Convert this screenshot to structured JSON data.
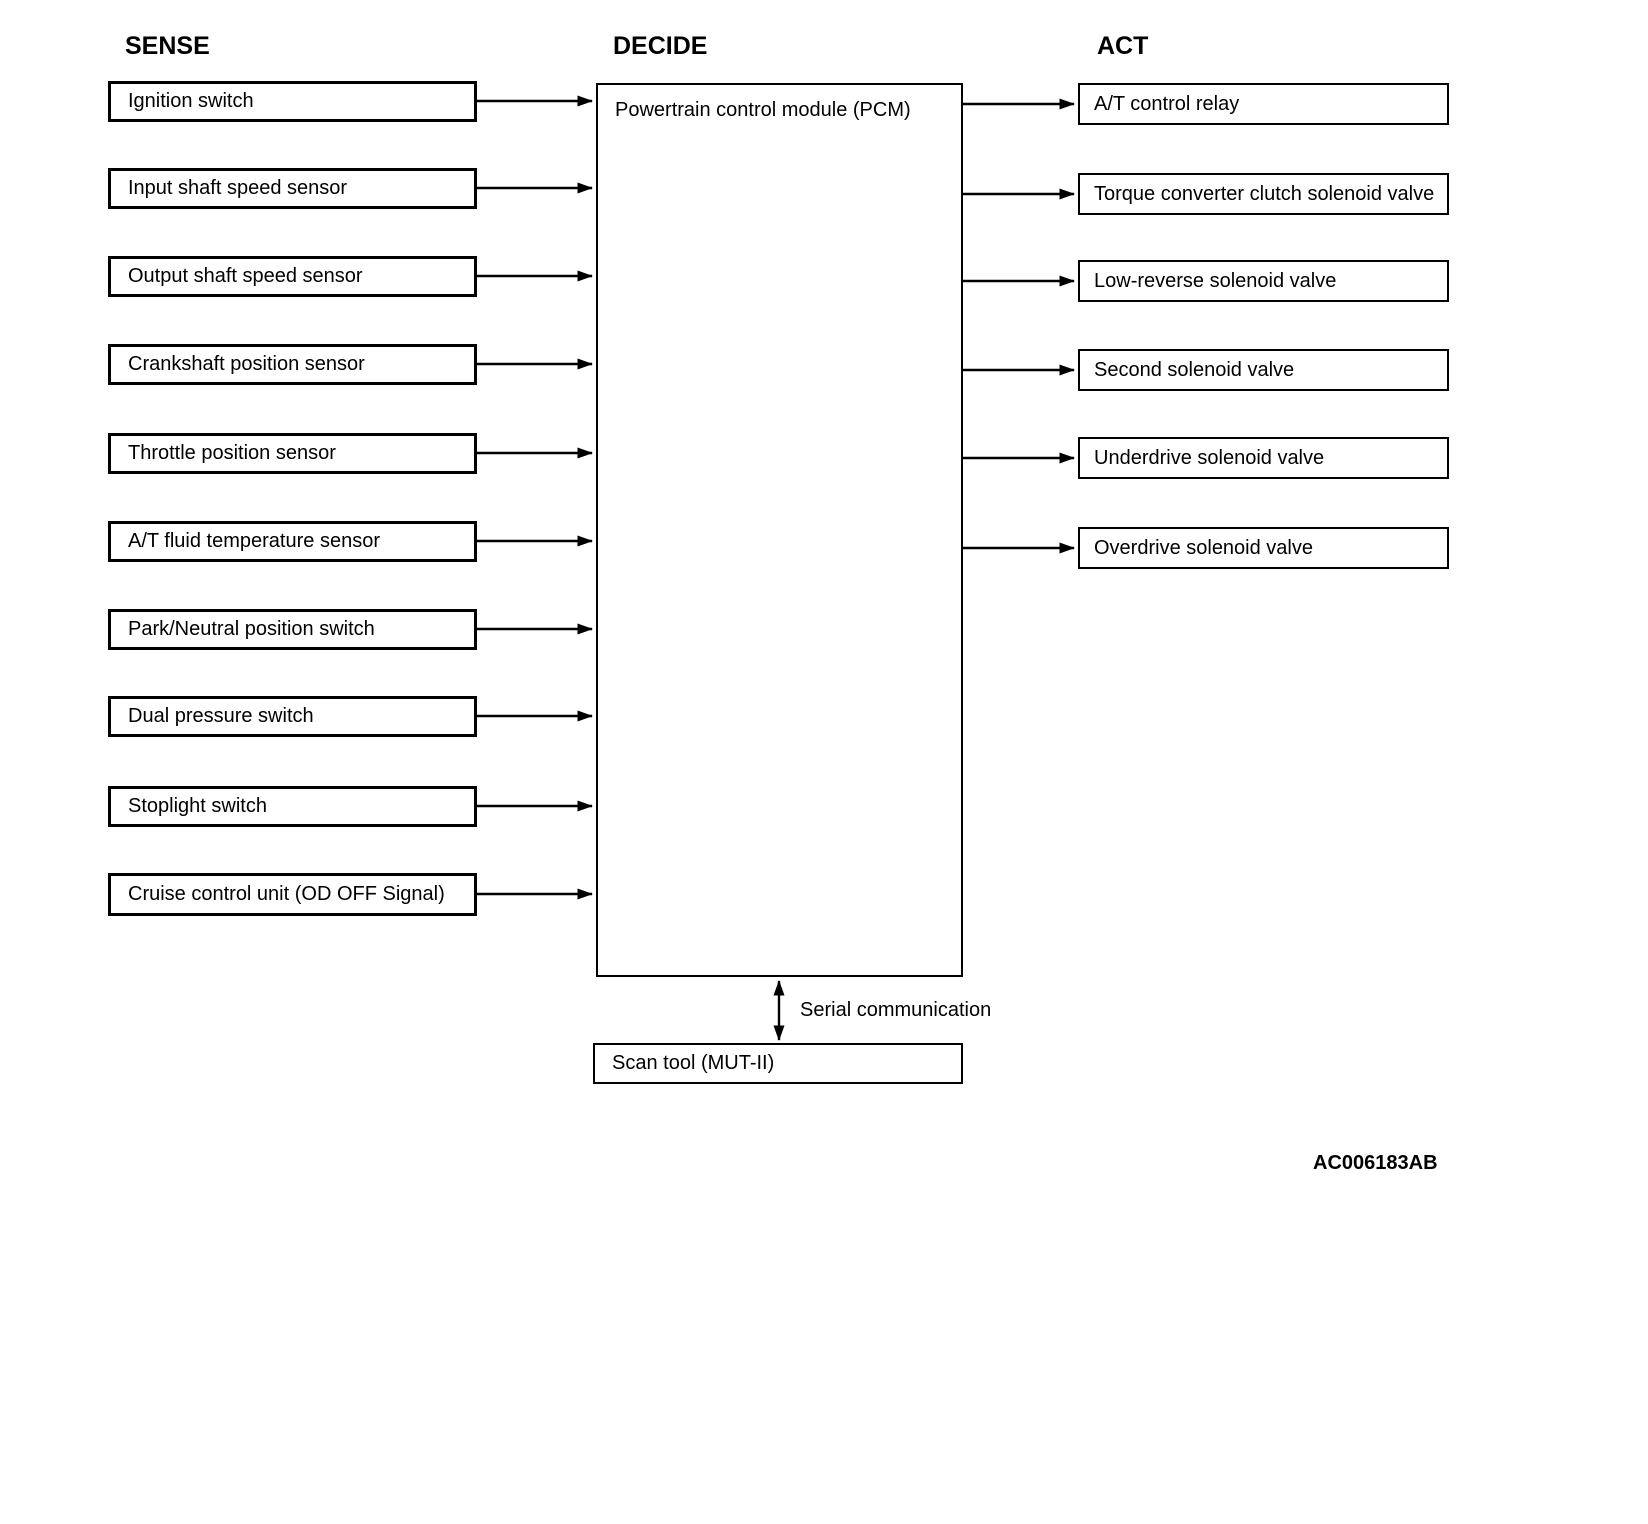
{
  "headings": {
    "sense": "SENSE",
    "decide": "DECIDE",
    "act": "ACT"
  },
  "sense_items": [
    "Ignition switch",
    "Input shaft speed sensor",
    "Output shaft speed sensor",
    "Crankshaft position sensor",
    "Throttle position sensor",
    "A/T fluid temperature sensor",
    "Park/Neutral position switch",
    "Dual pressure switch",
    "Stoplight switch",
    "Cruise control unit (OD OFF Signal)"
  ],
  "decide_box_label": "Powertrain control module (PCM)",
  "act_items": [
    "A/T control relay",
    "Torque converter clutch solenoid valve",
    "Low-reverse solenoid valve",
    "Second solenoid valve",
    "Underdrive solenoid valve",
    "Overdrive solenoid valve"
  ],
  "scan_tool_label": "Scan tool (MUT-II)",
  "serial_communication_label": "Serial communication",
  "figure_code": "AC006183AB",
  "colors": {
    "line": "#000000",
    "background": "#ffffff"
  }
}
